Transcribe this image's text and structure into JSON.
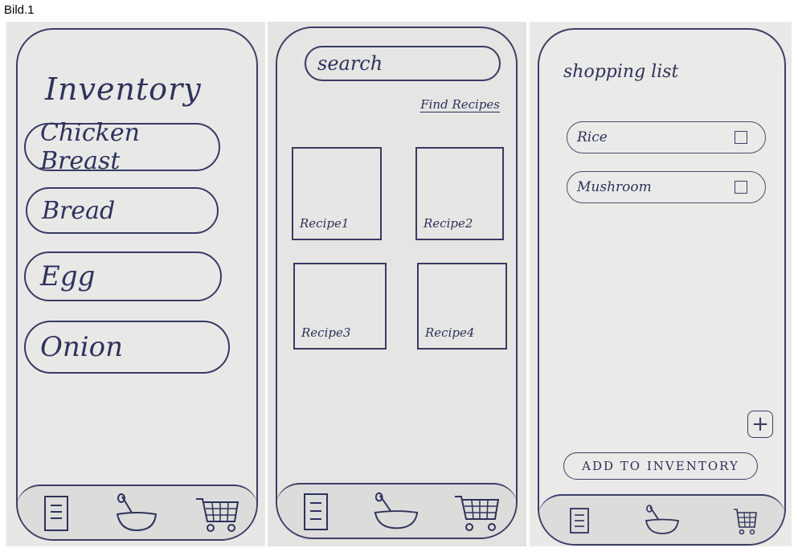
{
  "caption": "Bild.1",
  "inventory": {
    "title": "Inventory",
    "items": [
      "Chicken Breast",
      "Bread",
      "Egg",
      "Onion"
    ]
  },
  "recipes": {
    "search_text": "search",
    "find_link": "Find Recipes",
    "cards": [
      "Recipe1",
      "Recipe2",
      "Recipe3",
      "Recipe4"
    ]
  },
  "shopping": {
    "title": "shopping list",
    "items": [
      "Rice",
      "Mushroom"
    ],
    "add_to_inventory": "ADD TO INVENTORY",
    "plus": "+"
  },
  "tabbar": {
    "icons": [
      "list-icon",
      "bowl-icon",
      "cart-icon"
    ]
  },
  "colors": {
    "ink": "#2e325c",
    "paper": "#e7e7e5"
  }
}
